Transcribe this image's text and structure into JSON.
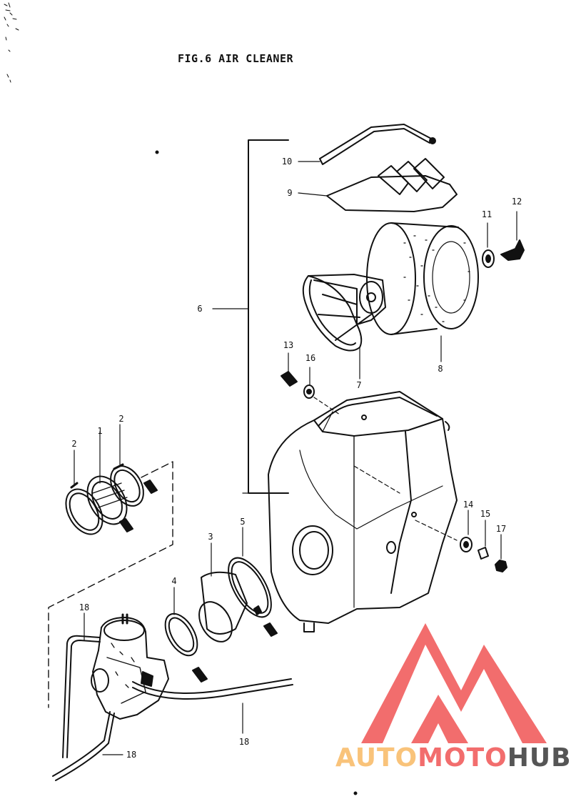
{
  "figure": {
    "title": "FIG.6  AIR CLEANER"
  },
  "callouts": [
    {
      "id": "c10",
      "text": "10"
    },
    {
      "id": "c9",
      "text": "9"
    },
    {
      "id": "c11",
      "text": "11"
    },
    {
      "id": "c12",
      "text": "12"
    },
    {
      "id": "c6",
      "text": "6"
    },
    {
      "id": "c13",
      "text": "13"
    },
    {
      "id": "c16",
      "text": "16"
    },
    {
      "id": "c7",
      "text": "7"
    },
    {
      "id": "c8",
      "text": "8"
    },
    {
      "id": "c2a",
      "text": "2"
    },
    {
      "id": "c1",
      "text": "1"
    },
    {
      "id": "c2b",
      "text": "2"
    },
    {
      "id": "c14",
      "text": "14"
    },
    {
      "id": "c15",
      "text": "15"
    },
    {
      "id": "c17",
      "text": "17"
    },
    {
      "id": "c5",
      "text": "5"
    },
    {
      "id": "c3",
      "text": "3"
    },
    {
      "id": "c4",
      "text": "4"
    },
    {
      "id": "c18a",
      "text": "18"
    },
    {
      "id": "c18b",
      "text": "18"
    },
    {
      "id": "c18c",
      "text": "18"
    }
  ],
  "watermark": {
    "brand_part1": "AUTO",
    "brand_part2": "MOTO",
    "brand_part3": "HUB",
    "color_primary": "#f26d6d",
    "color_secondary": "#f9c37a",
    "color_dark": "#555555"
  }
}
